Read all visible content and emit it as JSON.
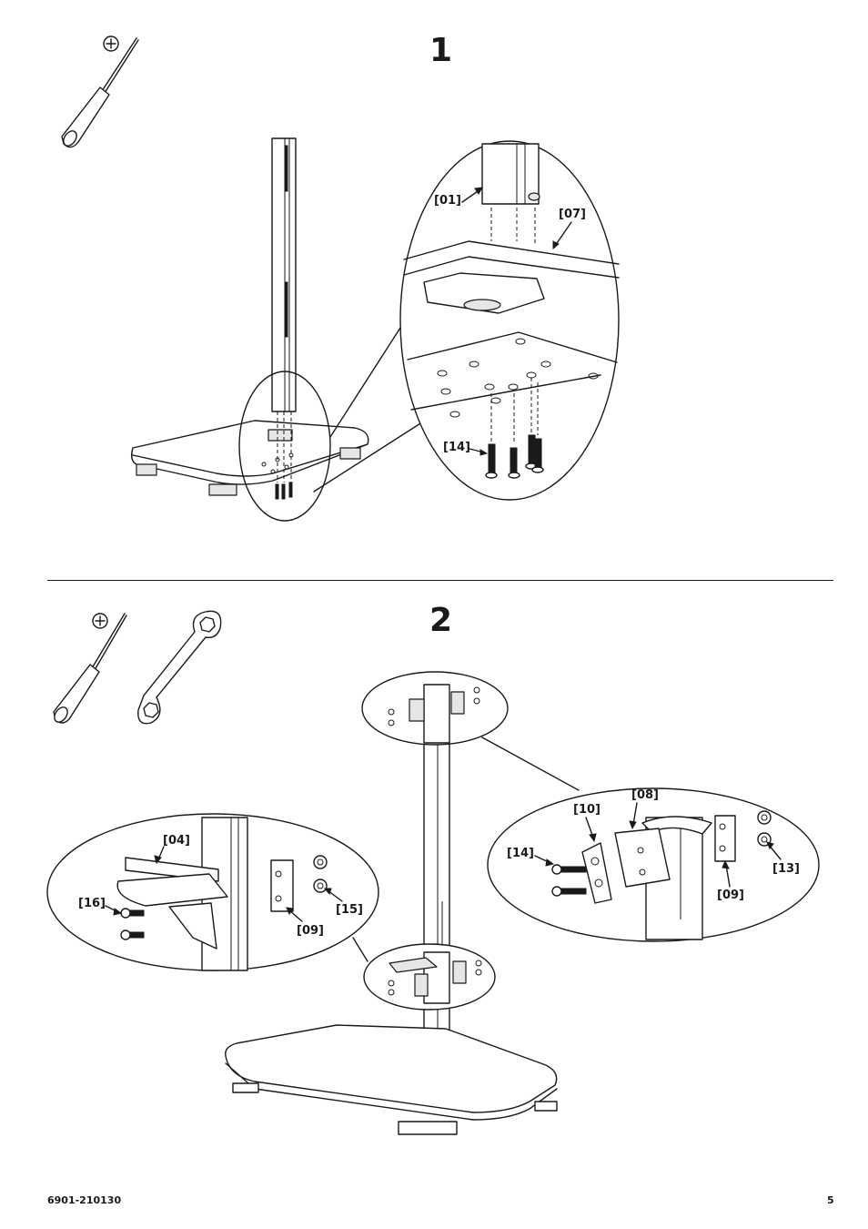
{
  "step1": {
    "number": "1",
    "labels": {
      "post": "[01]",
      "base": "[07]",
      "screws": "[14]"
    },
    "tools": [
      "phillips-screwdriver-icon"
    ]
  },
  "step2": {
    "number": "2",
    "labels": {
      "left_bracket": "[04]",
      "left_screws": "[16]",
      "left_nuts": "[15]",
      "left_plate": "[09]",
      "right_plate_front": "[10]",
      "right_clamp": "[08]",
      "right_screws": "[14]",
      "right_nuts": "[13]",
      "right_plate_back": "[09]"
    },
    "tools": [
      "phillips-screwdriver-icon",
      "hex-wrench-icon"
    ]
  },
  "footer": {
    "doc_number": "6901-210130",
    "page_number": "5"
  }
}
